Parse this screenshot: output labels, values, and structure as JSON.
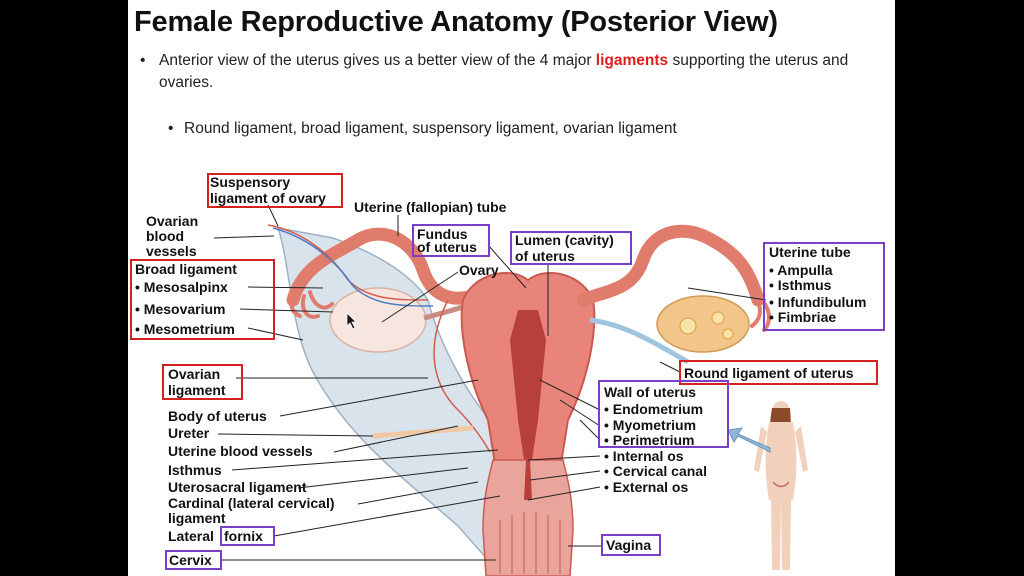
{
  "slide": {
    "title": "Female Reproductive Anatomy (Posterior View)",
    "bullet1": {
      "dot": "•",
      "before": "Anterior view of the uterus gives us a better view of the 4 major ",
      "highlight": "ligaments",
      "after": " supporting the uterus and ovaries."
    },
    "bullet2": {
      "dot": "•",
      "text": "Round ligament, broad ligament, suspensory ligament, ovarian ligament"
    }
  },
  "labels": {
    "suspensory1": "Suspensory",
    "suspensory2": "ligament of ovary",
    "uterine_tube": "Uterine (fallopian) tube",
    "ovarian_vessels1": "Ovarian",
    "ovarian_vessels2": "blood",
    "ovarian_vessels3": "vessels",
    "broad_ligament": "Broad ligament",
    "mesosalpinx": "• Mesosalpinx",
    "mesovarium": "• Mesovarium",
    "mesometrium": "• Mesometrium",
    "fundus1": "Fundus",
    "fundus2": "of uterus",
    "lumen1": "Lumen (cavity)",
    "lumen2": "of uterus",
    "ovary": "Ovary",
    "uterine_tube_box": "Uterine tube",
    "ampulla": "• Ampulla",
    "isthmus_tube": "• Isthmus",
    "infundibulum": "• Infundibulum",
    "fimbriae": "• Fimbriae",
    "ovarian_ligament1": "Ovarian",
    "ovarian_ligament2": "ligament",
    "round_ligament": "Round ligament of uterus",
    "body_of_uterus": "Body of uterus",
    "ureter": "Ureter",
    "uterine_blood_vessels": "Uterine blood vessels",
    "isthmus": "Isthmus",
    "uterosacral": "Uterosacral ligament",
    "cardinal1": "Cardinal (lateral cervical)",
    "cardinal2": "ligament",
    "lateral": "Lateral",
    "fornix": "fornix",
    "cervix": "Cervix",
    "wall_of_uterus": "Wall of uterus",
    "endometrium": "• Endometrium",
    "myometrium": "• Myometrium",
    "perimetrium": "• Perimetrium",
    "internal_os": "• Internal os",
    "cervical_canal": "• Cervical canal",
    "external_os": "• External os",
    "vagina": "Vagina"
  },
  "colors": {
    "red_box": "#d4231f",
    "purple_box": "#7a3fc6",
    "highlight": "#e02020"
  }
}
